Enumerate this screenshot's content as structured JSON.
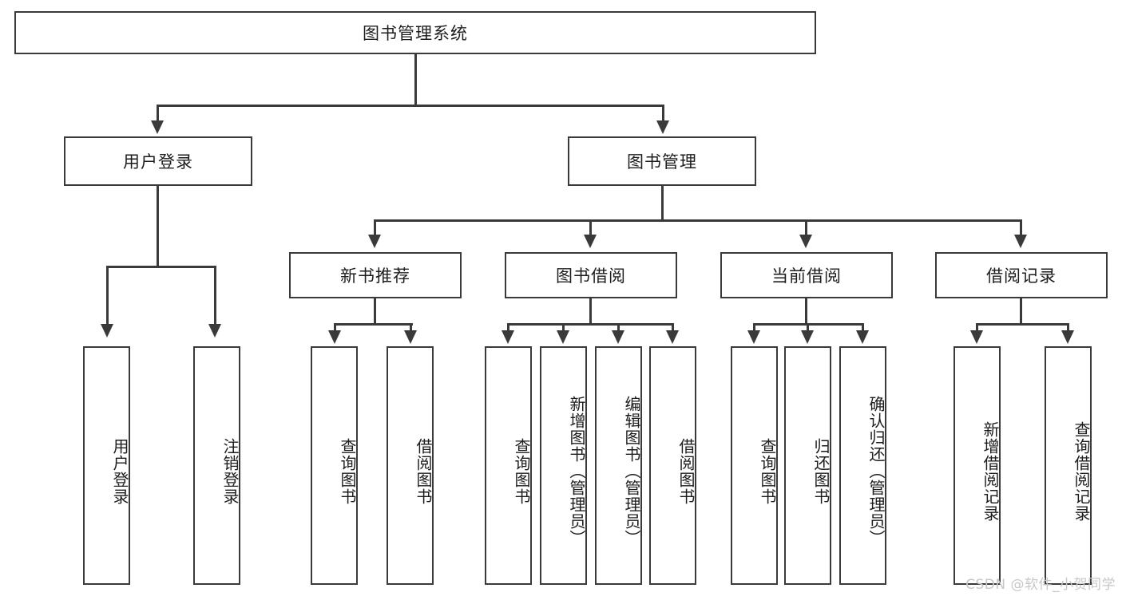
{
  "diagram": {
    "type": "tree",
    "title_node": "图书管理系统",
    "watermark": "CSDN @软件_小贺同学",
    "colors": {
      "stroke": "#3a3a3a",
      "text": "#1d1d1d",
      "background": "#ffffff",
      "watermark": "#c7c7c7"
    },
    "levels": {
      "root": {
        "label": "图书管理系统"
      },
      "level2": [
        {
          "label": "用户登录"
        },
        {
          "label": "图书管理"
        }
      ],
      "level3": [
        {
          "label": "新书推荐"
        },
        {
          "label": "图书借阅"
        },
        {
          "label": "当前借阅"
        },
        {
          "label": "借阅记录"
        }
      ],
      "leaves": {
        "user_login": [
          {
            "label": "用户登录"
          },
          {
            "label": "注销登录"
          }
        ],
        "new_book_recommend": [
          {
            "label": "查询图书"
          },
          {
            "label": "借阅图书"
          }
        ],
        "book_borrow": [
          {
            "label": "查询图书"
          },
          {
            "label": "新增图书（管理员）"
          },
          {
            "label": "编辑图书（管理员）"
          },
          {
            "label": "借阅图书"
          }
        ],
        "current_borrow": [
          {
            "label": "查询图书"
          },
          {
            "label": "归还图书"
          },
          {
            "label": "确认归还（管理员）"
          }
        ],
        "borrow_record": [
          {
            "label": "新增借阅记录"
          },
          {
            "label": "查询借阅记录"
          }
        ]
      }
    }
  }
}
